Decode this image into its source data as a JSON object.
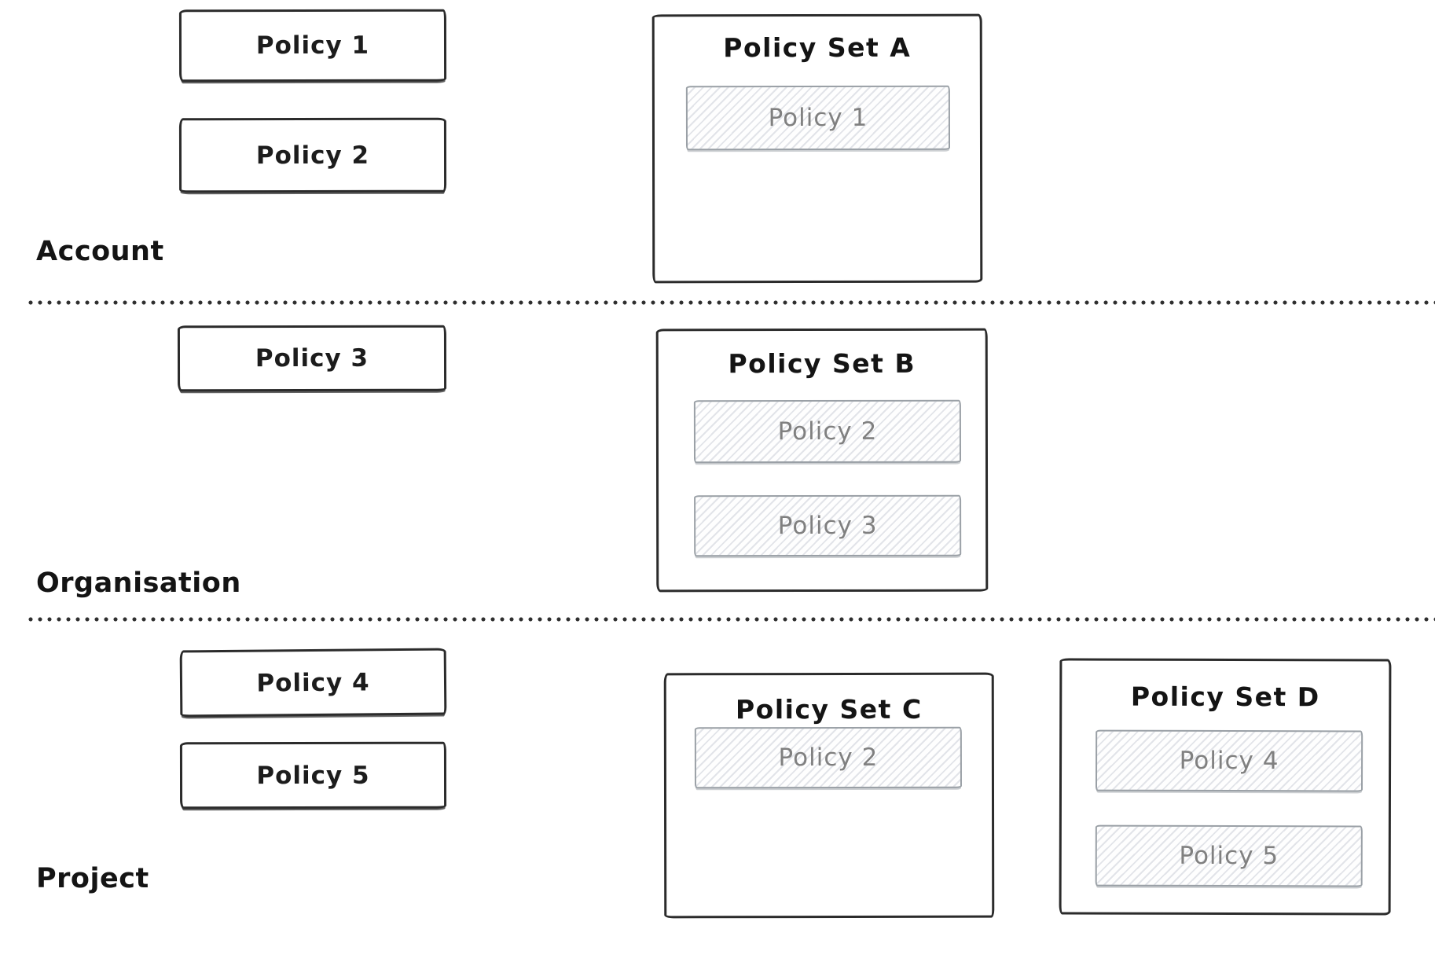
{
  "diagram": {
    "kind": "policy-hierarchy",
    "levels": [
      {
        "label": "Account",
        "policies": [
          "Policy 1",
          "Policy 2"
        ],
        "policy_sets": [
          {
            "title": "Policy Set A",
            "members": [
              "Policy 1"
            ]
          }
        ]
      },
      {
        "label": "Organisation",
        "policies": [
          "Policy 3"
        ],
        "policy_sets": [
          {
            "title": "Policy Set B",
            "members": [
              "Policy 2",
              "Policy 3"
            ]
          }
        ]
      },
      {
        "label": "Project",
        "policies": [
          "Policy 4",
          "Policy 5"
        ],
        "policy_sets": [
          {
            "title": "Policy Set C",
            "members": [
              "Policy 2"
            ]
          },
          {
            "title": "Policy Set D",
            "members": [
              "Policy 4",
              "Policy 5"
            ]
          }
        ]
      }
    ],
    "colors": {
      "ink": "#2b2b2b",
      "muted_text": "#808080",
      "member_border": "#9aa0a6",
      "hatch_line": "#e2e4e9",
      "background": "#ffffff"
    }
  }
}
